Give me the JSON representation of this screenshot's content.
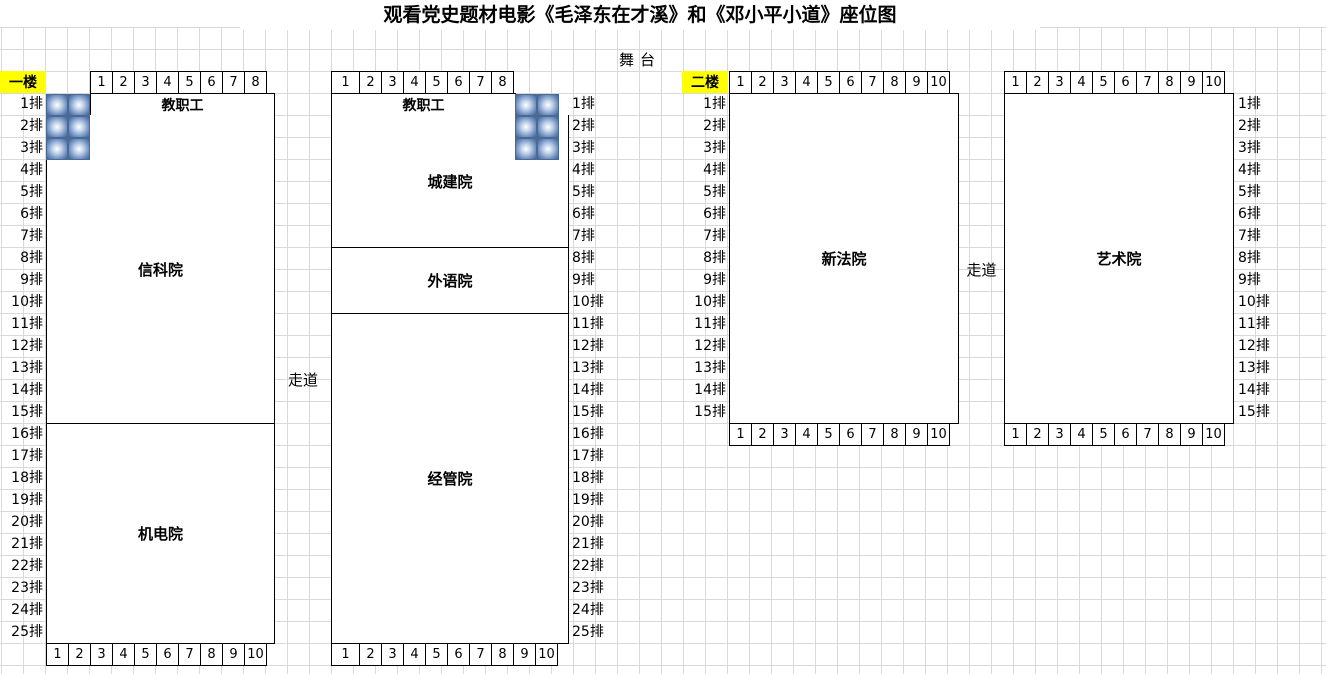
{
  "title": "观看党史题材电影《毛泽东在才溪》和《邓小平小道》座位图",
  "stage_label": "舞台",
  "floor1": {
    "label": "一楼",
    "teachers_label": "教职工",
    "aisle_label": "走道",
    "rows": [
      "1排",
      "2排",
      "3排",
      "4排",
      "5排",
      "6排",
      "7排",
      "8排",
      "9排",
      "10排",
      "11排",
      "12排",
      "13排",
      "14排",
      "15排",
      "16排",
      "17排",
      "18排",
      "19排",
      "20排",
      "21排",
      "22排",
      "23排",
      "24排",
      "25排"
    ],
    "left": {
      "top_numbers": [
        "1",
        "2",
        "3",
        "4",
        "5",
        "6",
        "7",
        "8"
      ],
      "bottom_numbers": [
        "1",
        "2",
        "3",
        "4",
        "5",
        "6",
        "7",
        "8",
        "9",
        "10"
      ],
      "blocks": [
        "信科院",
        "机电院"
      ]
    },
    "right": {
      "top_numbers": [
        "1",
        "2",
        "3",
        "4",
        "5",
        "6",
        "7",
        "8"
      ],
      "bottom_numbers": [
        "1",
        "2",
        "3",
        "4",
        "5",
        "6",
        "7",
        "8",
        "9",
        "10"
      ],
      "blocks": [
        "城建院",
        "外语院",
        "经管院"
      ]
    }
  },
  "floor2": {
    "label": "二楼",
    "aisle_label": "走道",
    "rows": [
      "1排",
      "2排",
      "3排",
      "4排",
      "5排",
      "6排",
      "7排",
      "8排",
      "9排",
      "10排",
      "11排",
      "12排",
      "13排",
      "14排",
      "15排"
    ],
    "left": {
      "numbers": [
        "1",
        "2",
        "3",
        "4",
        "5",
        "6",
        "7",
        "8",
        "9",
        "10"
      ],
      "block": "新法院"
    },
    "right": {
      "numbers": [
        "1",
        "2",
        "3",
        "4",
        "5",
        "6",
        "7",
        "8",
        "9",
        "10"
      ],
      "block": "艺术院"
    }
  }
}
